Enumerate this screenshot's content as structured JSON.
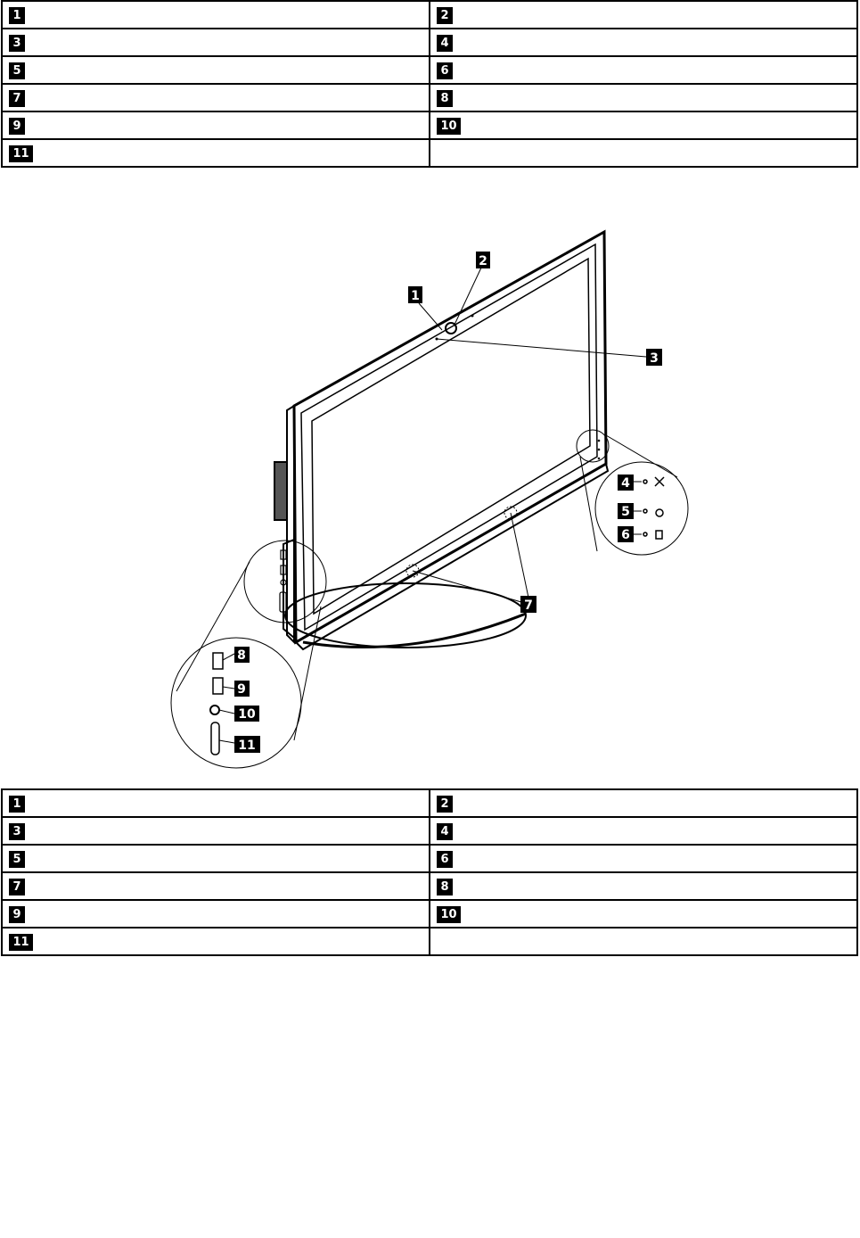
{
  "top_table": {
    "rows": [
      [
        {
          "num": "1",
          "text": ""
        },
        {
          "num": "2",
          "text": ""
        }
      ],
      [
        {
          "num": "3",
          "text": ""
        },
        {
          "num": "4",
          "text": ""
        }
      ],
      [
        {
          "num": "5",
          "text": ""
        },
        {
          "num": "6",
          "text": ""
        }
      ],
      [
        {
          "num": "7",
          "text": ""
        },
        {
          "num": "8",
          "text": ""
        }
      ],
      [
        {
          "num": "9",
          "text": ""
        },
        {
          "num": "10",
          "text": ""
        }
      ],
      [
        {
          "num": "11",
          "text": ""
        },
        {
          "num": "",
          "text": ""
        }
      ]
    ]
  },
  "figure": {
    "callouts": [
      "1",
      "2",
      "3",
      "4",
      "5",
      "6",
      "7",
      "8",
      "9",
      "10",
      "11"
    ]
  },
  "bottom_table": {
    "rows": [
      [
        {
          "num": "1",
          "text": ""
        },
        {
          "num": "2",
          "text": ""
        }
      ],
      [
        {
          "num": "3",
          "text": ""
        },
        {
          "num": "4",
          "text": ""
        }
      ],
      [
        {
          "num": "5",
          "text": ""
        },
        {
          "num": "6",
          "text": ""
        }
      ],
      [
        {
          "num": "7",
          "text": ""
        },
        {
          "num": "8",
          "text": ""
        }
      ],
      [
        {
          "num": "9",
          "text": ""
        },
        {
          "num": "10",
          "text": ""
        }
      ],
      [
        {
          "num": "11",
          "text": ""
        },
        {
          "num": "",
          "text": ""
        }
      ]
    ]
  }
}
